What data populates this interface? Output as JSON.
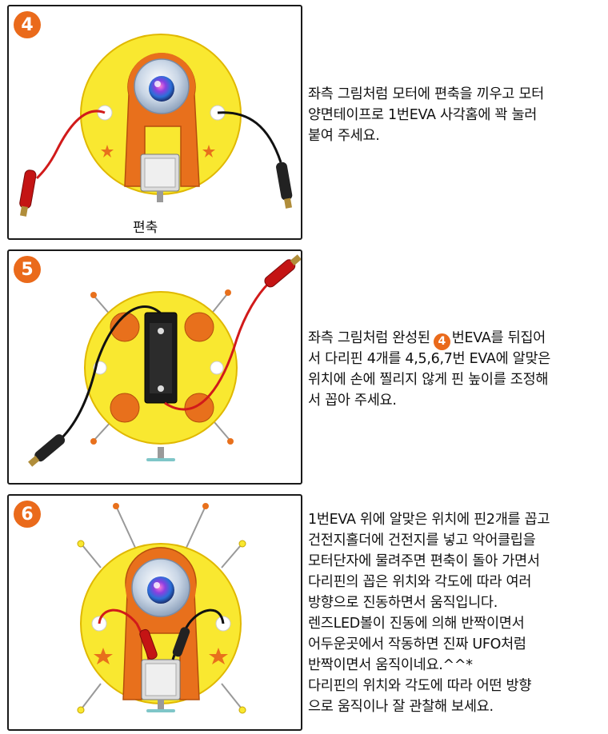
{
  "steps": [
    {
      "number": "4",
      "caption": "편축",
      "lines": [
        "좌측 그림처럼 모터에 편축을 끼우고 모터",
        "양면테이프로 1번EVA 사각홈에 꽉 눌러",
        "붙여 주세요."
      ]
    },
    {
      "number": "5",
      "ref_badge": "4",
      "line1_pre": "좌측 그림처럼 완성된",
      "line1_post": "번EVA를 뒤집어",
      "lines": [
        "서 다리핀 4개를 4,5,6,7번 EVA에 알맞은",
        "위치에 손에 찔리지 않게 핀 높이를 조정해",
        "서 꼽아 주세요."
      ]
    },
    {
      "number": "6",
      "lines": [
        "1번EVA 위에 알맞은 위치에 핀2개를 꼽고",
        "건전지홀더에 건전지를 넣고 악어클립을",
        "모터단자에 물려주면 편축이 돌아 가면서",
        "다리핀의 꼽은 위치와 각도에 따라 여러",
        "방향으로 진동하면서 움직입니다.",
        "렌즈LED볼이 진동에 의해 반짝이면서",
        "어두운곳에서 작동하면 진짜 UFO처럼",
        "반짝이면서 움직이네요.^^*",
        "다리핀의 위치와 각도에 따라 어떤 방향",
        "으로 움직이나 잘 관찰해 보세요."
      ]
    }
  ],
  "colors": {
    "badge": "#ea6a1b",
    "disk": "#f9e830",
    "frame": "#e8701c",
    "wire_red": "#d11a1a"
  }
}
